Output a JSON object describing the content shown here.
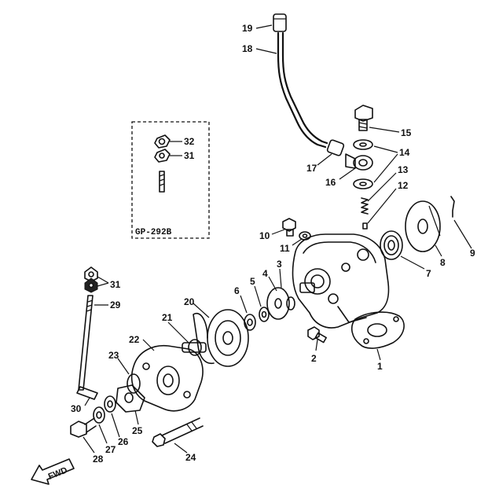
{
  "callouts": {
    "c1": "1",
    "c2": "2",
    "c3": "3",
    "c4": "4",
    "c5": "5",
    "c6": "6",
    "c7": "7",
    "c8": "8",
    "c9": "9",
    "c10": "10",
    "c11": "11",
    "c12": "12",
    "c13": "13",
    "c14": "14",
    "c15": "15",
    "c16": "16",
    "c17": "17",
    "c18": "18",
    "c19": "19",
    "c20": "20",
    "c21": "21",
    "c22": "22",
    "c23": "23",
    "c24": "24",
    "c25": "25",
    "c26": "26",
    "c27": "27",
    "c28": "28",
    "c29": "29",
    "c30": "30",
    "c31": "31",
    "c32": "32",
    "c31b": "31"
  },
  "inset": {
    "label": "GP-292B"
  },
  "fwd": {
    "label": "FWD"
  }
}
